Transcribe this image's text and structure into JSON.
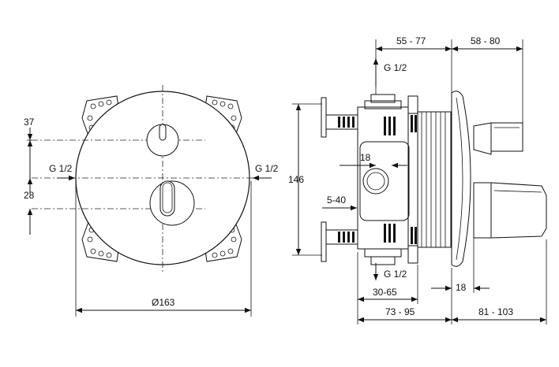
{
  "front_view": {
    "dim_top": "37",
    "dim_bottom": "28",
    "inlet_left": "G 1/2",
    "inlet_right": "G 1/2",
    "diameter": "Ø163"
  },
  "side_view": {
    "dim_top_left": "55 - 77",
    "dim_top_right": "58 - 80",
    "inlet_top": "G 1/2",
    "inlet_bottom": "G 1/2",
    "dim_height": "146",
    "dim_18_inner": "18",
    "dim_5_40": "5-40",
    "dim_18_outer": "18",
    "dim_30_65": "30-65",
    "dim_73_95": "73 - 95",
    "dim_81_103": "81 - 103"
  }
}
